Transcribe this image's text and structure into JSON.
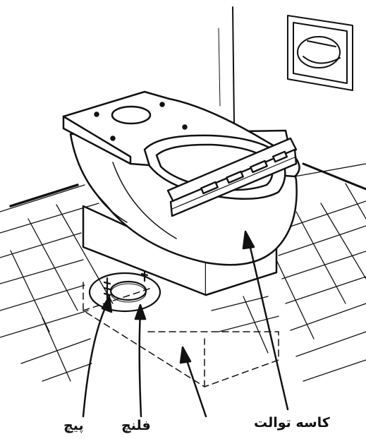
{
  "labels": {
    "toilet_bowl": "کاسه توالت",
    "flange": "فلنچ",
    "bolt": "پیچ"
  },
  "icons": [
    "toilet-bowl-icon",
    "toilet-paper-holder-icon",
    "level-tool-icon",
    "floor-flange-icon",
    "floor-bolt-icon"
  ],
  "colors": {
    "ink": "#111111",
    "paper": "#ffffff"
  }
}
